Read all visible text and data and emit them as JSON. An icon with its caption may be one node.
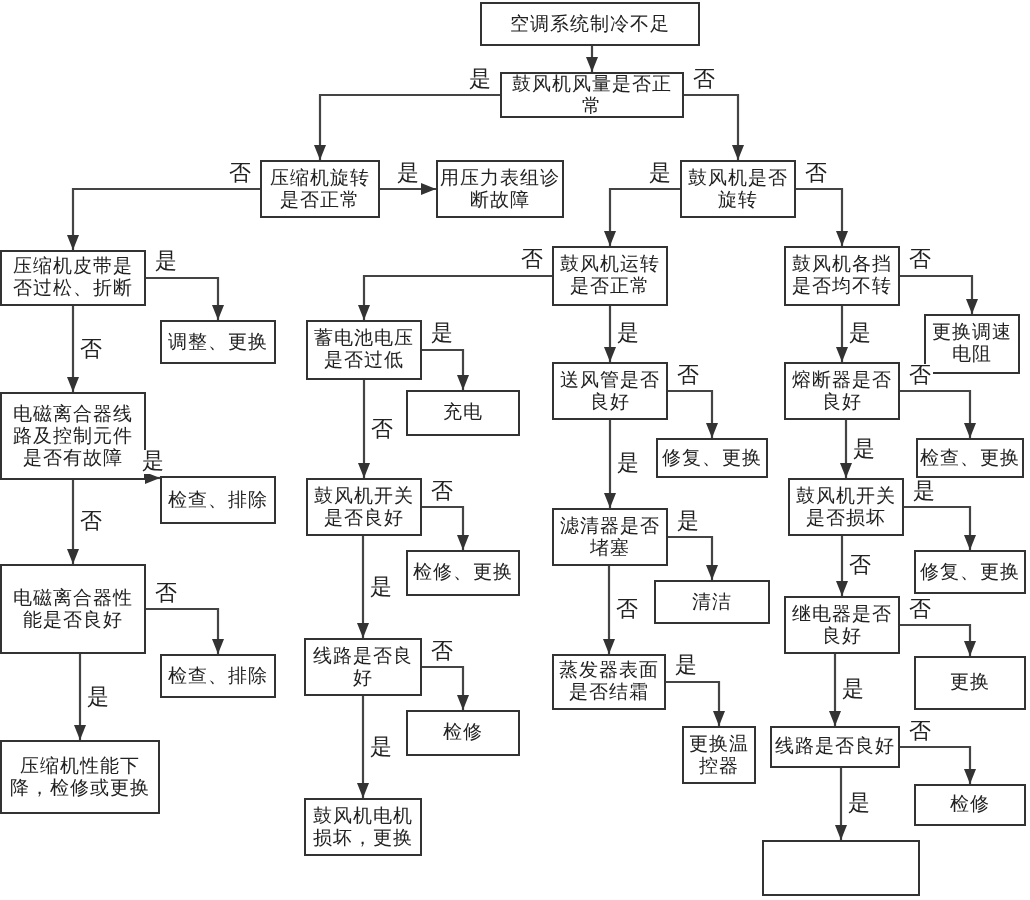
{
  "diagram": {
    "nodes": [
      {
        "text": [
          "空调系统制冷不足"
        ]
      },
      {
        "text": [
          "鼓风机风量是否正常"
        ]
      },
      {
        "text": [
          "压缩机旋转是否正常"
        ]
      },
      {
        "text": [
          "用压力表组诊断故障"
        ]
      },
      {
        "text": [
          "鼓风机是否旋转"
        ]
      },
      {
        "text": [
          "压缩机皮带是否过松、折断"
        ]
      },
      {
        "text": [
          "调整、更换"
        ]
      },
      {
        "text": [
          "蓄电池电压是否过低"
        ]
      },
      {
        "text": [
          "充电"
        ]
      },
      {
        "text": [
          "鼓风机运转是否正常"
        ]
      },
      {
        "text": [
          "鼓风机各挡是否均不转"
        ]
      },
      {
        "text": [
          "更换调速电阻"
        ]
      },
      {
        "text": [
          "电磁离合器线路及控制元件是否有故障"
        ]
      },
      {
        "text": [
          "检查、排除"
        ]
      },
      {
        "text": [
          "送风管是否良好"
        ]
      },
      {
        "text": [
          "修复、更换"
        ]
      },
      {
        "text": [
          "熔断器是否良好"
        ]
      },
      {
        "text": [
          "检查、更换"
        ]
      },
      {
        "text": [
          "鼓风机开关是否良好"
        ]
      },
      {
        "text": [
          "检修、更换"
        ]
      },
      {
        "text": [
          "滤清器是否堵塞"
        ]
      },
      {
        "text": [
          "鼓风机开关是否损坏"
        ]
      },
      {
        "text": [
          "清洁"
        ]
      },
      {
        "text": [
          "修复、更换"
        ]
      },
      {
        "text": [
          "电磁离合器性能是否良好"
        ]
      },
      {
        "text": [
          "检查、排除"
        ]
      },
      {
        "text": [
          "线路是否良好"
        ]
      },
      {
        "text": [
          "继电器是否良好"
        ]
      },
      {
        "text": [
          "检修"
        ]
      },
      {
        "text": [
          "更换"
        ]
      },
      {
        "text": [
          "蒸发器表面是否结霜"
        ]
      },
      {
        "text": [
          "线路是否良好"
        ]
      },
      {
        "text": [
          "更换温控器"
        ]
      },
      {
        "text": [
          "压缩机性能下降，检修或更换"
        ]
      },
      {
        "text": [
          "鼓风机电机损坏，更换"
        ]
      },
      {
        "text": [
          "检修"
        ]
      },
      {
        "text": [],
        "shape": "box"
      }
    ],
    "edges": [
      {
        "from": 0,
        "to": 1,
        "arrow": "to"
      },
      {
        "from": 1,
        "to": 2,
        "arrow": "to",
        "label": "是"
      },
      {
        "from": 1,
        "to": 4,
        "arrow": "to",
        "label": "否"
      },
      {
        "from": 2,
        "to": 3,
        "arrow": "to",
        "label": "是"
      },
      {
        "from": 2,
        "to": 5,
        "arrow": "to",
        "label": "否"
      },
      {
        "from": 5,
        "to": 6,
        "arrow": "to",
        "label": "是"
      },
      {
        "from": 5,
        "to": 12,
        "arrow": "to",
        "label": "否"
      },
      {
        "from": 12,
        "to": 13,
        "arrow": "to",
        "label": "是"
      },
      {
        "from": 12,
        "to": 24,
        "arrow": "to",
        "label": "否"
      },
      {
        "from": 24,
        "to": 25,
        "arrow": "to",
        "label": "否"
      },
      {
        "from": 24,
        "to": 33,
        "arrow": "to",
        "label": "是"
      },
      {
        "from": 4,
        "to": 9,
        "arrow": "to",
        "label": "是"
      },
      {
        "from": 4,
        "to": 10,
        "arrow": "to",
        "label": "否"
      },
      {
        "from": 9,
        "to": 7,
        "arrow": "to",
        "label": "否"
      },
      {
        "from": 9,
        "to": 14,
        "arrow": "to",
        "label": "是"
      },
      {
        "from": 7,
        "to": 8,
        "arrow": "to",
        "label": "是"
      },
      {
        "from": 7,
        "to": 18,
        "arrow": "to",
        "label": "否"
      },
      {
        "from": 18,
        "to": 19,
        "arrow": "to",
        "label": "否"
      },
      {
        "from": 18,
        "to": 26,
        "arrow": "to",
        "label": "是"
      },
      {
        "from": 26,
        "to": 28,
        "arrow": "to",
        "label": "否"
      },
      {
        "from": 26,
        "to": 34,
        "arrow": "to",
        "label": "是"
      },
      {
        "from": 14,
        "to": 15,
        "arrow": "to",
        "label": "否"
      },
      {
        "from": 14,
        "to": 20,
        "arrow": "to",
        "label": "是"
      },
      {
        "from": 20,
        "to": 22,
        "arrow": "to",
        "label": "是"
      },
      {
        "from": 20,
        "to": 30,
        "arrow": "to",
        "label": "否"
      },
      {
        "from": 30,
        "to": 32,
        "arrow": "to",
        "label": "是"
      },
      {
        "from": 10,
        "to": 11,
        "arrow": "to",
        "label": "否"
      },
      {
        "from": 10,
        "to": 16,
        "arrow": "to",
        "label": "是"
      },
      {
        "from": 16,
        "to": 17,
        "arrow": "to",
        "label": "否"
      },
      {
        "from": 16,
        "to": 21,
        "arrow": "to",
        "label": "是"
      },
      {
        "from": 21,
        "to": 23,
        "arrow": "to",
        "label": "是"
      },
      {
        "from": 21,
        "to": 27,
        "arrow": "to",
        "label": "否"
      },
      {
        "from": 27,
        "to": 29,
        "arrow": "to",
        "label": "否"
      },
      {
        "from": 27,
        "to": 31,
        "arrow": "to",
        "label": "是"
      },
      {
        "from": 31,
        "to": 35,
        "arrow": "to",
        "label": "否"
      },
      {
        "from": 31,
        "to": 36,
        "arrow": "to",
        "label": "是"
      }
    ]
  }
}
